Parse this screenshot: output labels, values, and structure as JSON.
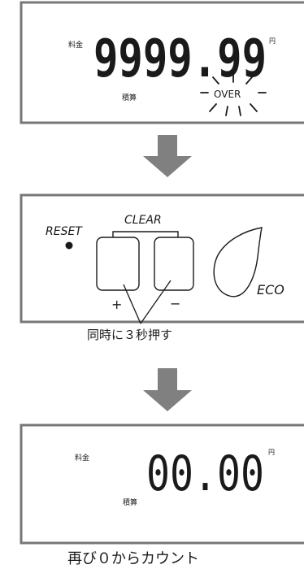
{
  "colors": {
    "frame": "#777777",
    "arrow": "#808080",
    "text": "#1a1a1a"
  },
  "panel1": {
    "fee_label": "料金",
    "total_label": "積算",
    "value": "9999.99",
    "yen": "円",
    "status": "OVER"
  },
  "panel2": {
    "reset_label": "RESET",
    "clear_label": "CLEAR",
    "plus_label": "+",
    "minus_label": "−",
    "eco_label": "ECO",
    "leaf_icon": "leaf-icon"
  },
  "instruction": "同時に３秒押す",
  "panel3": {
    "fee_label": "料金",
    "total_label": "積算",
    "value": "00.00",
    "yen": "円"
  },
  "caption": "再び０からカウント"
}
